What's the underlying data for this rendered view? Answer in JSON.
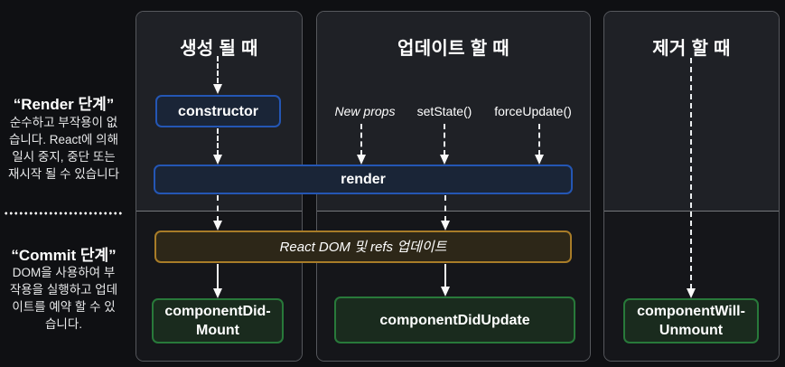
{
  "sidebar": {
    "render_phase_title": "“Render 단계”",
    "render_phase_description": "순수하고 부작용이 없\n습니다. React에 의해\n일시 중지, 중단 또는\n재시작 될 수 있습니다",
    "commit_phase_title": "“Commit 단계”",
    "commit_phase_description": "DOM을 사용하여 부\n작용을 실행하고 업데\n이트를 예약 할 수 있\n습니다."
  },
  "columns": {
    "mount_header": "생성 될 때",
    "update_header": "업데이트 할 때",
    "unmount_header": "제거 할 때"
  },
  "triggers": {
    "new_props": "New props",
    "set_state": "setState()",
    "force_update": "forceUpdate()"
  },
  "lifecycle": {
    "constructor": "constructor",
    "render": "render",
    "react_dom_update": "React DOM 및 refs 업데이트",
    "component_did_mount_line1": "componentDid-",
    "component_did_mount_line2": "Mount",
    "component_did_update": "componentDidUpdate",
    "component_will_unmount_line1": "componentWill-",
    "component_will_unmount_line2": "Unmount"
  },
  "colors": {
    "render_box_border": "#2456b4",
    "render_box_fill": "#1a2537",
    "dom_update_border": "#a87c28",
    "dom_update_fill": "#2d2718",
    "lifecycle_hook_border": "#28793a",
    "lifecycle_hook_fill": "#1a2b1e",
    "arrow": "#ffffff",
    "panel_top_bg": "#1f2126",
    "panel_bottom_bg": "#15161a",
    "page_bg": "#0f1013"
  }
}
